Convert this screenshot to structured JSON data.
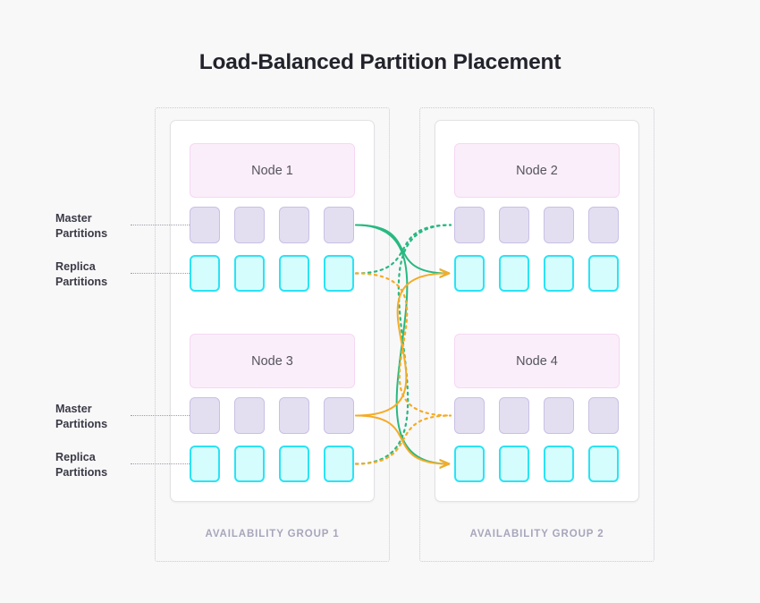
{
  "page": {
    "title": "Load-Balanced Partition Placement",
    "background_color": "#f8f8f9"
  },
  "colors": {
    "title_text": "#22232b",
    "node_fill": "#fbeefb",
    "node_border": "#f6d7f2",
    "master_fill": "#e3dff1",
    "master_border": "#c8c0e4",
    "replica_fill": "#d6fdfd",
    "replica_border": "#2ae3f5",
    "group_label": "#a7a6bb",
    "side_label": "#3a3a46",
    "link_green": "#28b980",
    "link_orange": "#f5ab27",
    "frame_dotted": "#c9c9d2",
    "card_border": "#e2e2e6"
  },
  "availability_groups": [
    {
      "label": "AVAILABILITY GROUP 1",
      "nodes": [
        {
          "name": "Node 1",
          "master_label": "Master Partitions",
          "replica_label": "Replica Partitions",
          "master_count": 4,
          "replica_count": 4
        },
        {
          "name": "Node 3",
          "master_label": "Master Partitions",
          "replica_label": "Replica Partitions",
          "master_count": 4,
          "replica_count": 4
        }
      ]
    },
    {
      "label": "AVAILABILITY GROUP 2",
      "nodes": [
        {
          "name": "Node 2",
          "master_count": 4,
          "replica_count": 4
        },
        {
          "name": "Node 4",
          "master_count": 4,
          "replica_count": 4
        }
      ]
    }
  ],
  "side_labels": [
    {
      "line1": "Master",
      "line2": "Partitions"
    },
    {
      "line1": "Replica",
      "line2": "Partitions"
    },
    {
      "line1": "Master",
      "line2": "Partitions"
    },
    {
      "line1": "Replica",
      "line2": "Partitions"
    }
  ],
  "replication_links": [
    {
      "from": "node1-master",
      "to": "node2-replica",
      "color": "#28b980",
      "style": "solid",
      "arrow": true
    },
    {
      "from": "node1-master",
      "to": "node4-replica",
      "color": "#28b980",
      "style": "solid",
      "arrow": true
    },
    {
      "from": "node1-replica",
      "to": "node2-master",
      "color": "#28b980",
      "style": "dotted",
      "arrow": false
    },
    {
      "from": "node3-replica",
      "to": "node2-master",
      "color": "#28b980",
      "style": "dotted",
      "arrow": false
    },
    {
      "from": "node3-master",
      "to": "node2-replica",
      "color": "#f5ab27",
      "style": "solid",
      "arrow": true
    },
    {
      "from": "node3-master",
      "to": "node4-replica",
      "color": "#f5ab27",
      "style": "solid",
      "arrow": true
    },
    {
      "from": "node1-replica",
      "to": "node4-master",
      "color": "#f5ab27",
      "style": "dotted",
      "arrow": false
    },
    {
      "from": "node3-replica",
      "to": "node4-master",
      "color": "#f5ab27",
      "style": "dotted",
      "arrow": false
    }
  ]
}
